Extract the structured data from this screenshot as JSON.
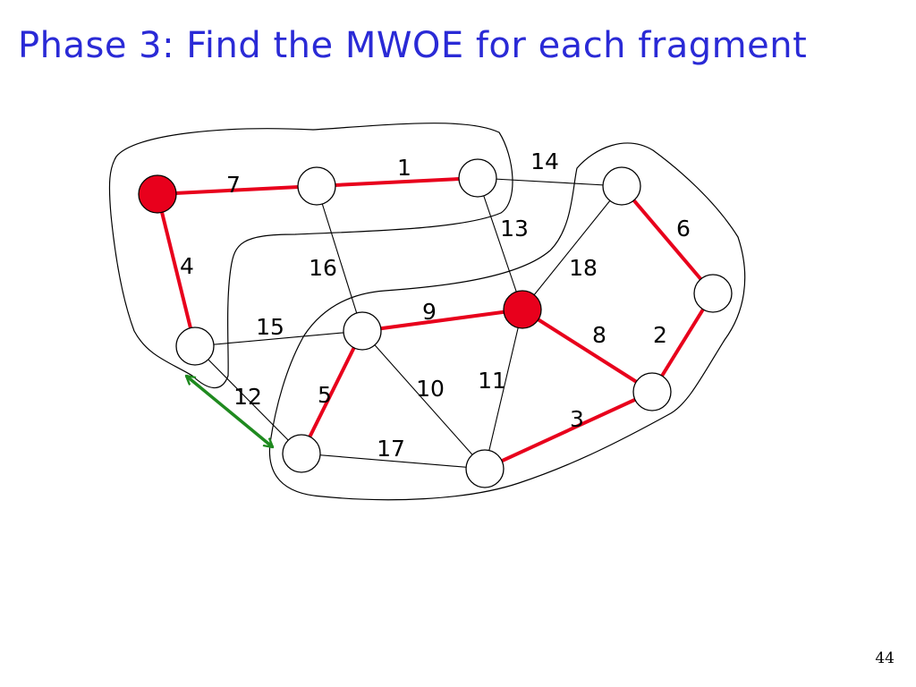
{
  "title": "Phase 3: Find the MWOE for each fragment",
  "page_number": "44",
  "colors": {
    "title": "#2a2ad6",
    "tree_edge": "#e8001c",
    "graph_edge": "#000000",
    "leader_node": "#e8001c",
    "mwoe_arrow": "#1f8a1f"
  },
  "nodes": [
    {
      "id": "a",
      "leader": true
    },
    {
      "id": "b",
      "leader": false
    },
    {
      "id": "c",
      "leader": false
    },
    {
      "id": "d",
      "leader": false
    },
    {
      "id": "e",
      "leader": false
    },
    {
      "id": "f",
      "leader": false
    },
    {
      "id": "g",
      "leader": true
    },
    {
      "id": "h",
      "leader": false
    },
    {
      "id": "i",
      "leader": false
    },
    {
      "id": "j",
      "leader": false
    },
    {
      "id": "k",
      "leader": false
    }
  ],
  "edges": [
    {
      "from": "a",
      "to": "b",
      "weight": "7",
      "tree": true
    },
    {
      "from": "b",
      "to": "c",
      "weight": "1",
      "tree": true
    },
    {
      "from": "c",
      "to": "d",
      "weight": "14",
      "tree": false
    },
    {
      "from": "c",
      "to": "g",
      "weight": "13",
      "tree": false
    },
    {
      "from": "a",
      "to": "e",
      "weight": "4",
      "tree": true
    },
    {
      "from": "b",
      "to": "f",
      "weight": "16",
      "tree": false
    },
    {
      "from": "d",
      "to": "g",
      "weight": "18",
      "tree": false
    },
    {
      "from": "d",
      "to": "h",
      "weight": "6",
      "tree": true
    },
    {
      "from": "f",
      "to": "g",
      "weight": "9",
      "tree": true
    },
    {
      "from": "e",
      "to": "f",
      "weight": "15",
      "tree": false
    },
    {
      "from": "g",
      "to": "i",
      "weight": "8",
      "tree": true
    },
    {
      "from": "h",
      "to": "i",
      "weight": "2",
      "tree": true
    },
    {
      "from": "e",
      "to": "j",
      "weight": "12",
      "tree": false
    },
    {
      "from": "f",
      "to": "j",
      "weight": "5",
      "tree": true
    },
    {
      "from": "f",
      "to": "k",
      "weight": "10",
      "tree": false
    },
    {
      "from": "g",
      "to": "k",
      "weight": "11",
      "tree": false
    },
    {
      "from": "i",
      "to": "k",
      "weight": "3",
      "tree": true
    },
    {
      "from": "j",
      "to": "k",
      "weight": "17",
      "tree": false
    }
  ],
  "mwoe": {
    "from": "e",
    "to": "j",
    "weight": "12"
  }
}
